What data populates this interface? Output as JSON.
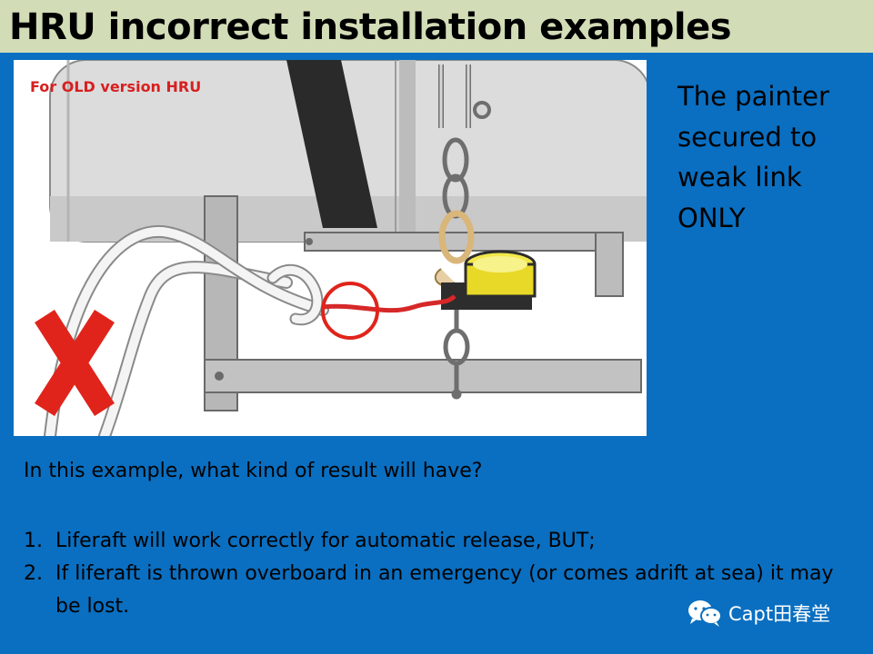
{
  "slide": {
    "title": "HRU incorrect installation examples",
    "figure_label": "For OLD version HRU",
    "side_note": [
      "The painter",
      "secured to",
      "weak link",
      "ONLY"
    ],
    "question": "In this example, what kind of result will have?",
    "answers": [
      {
        "num": "1.",
        "text": "Liferaft will work correctly for automatic release, BUT;"
      },
      {
        "num": "2.",
        "text": "If liferaft is thrown overboard in an emergency (or comes adrift at sea) it may be lost."
      }
    ],
    "watermark": "Capt田春堂"
  },
  "icons": {
    "cross_mark": "x-icon",
    "highlight_circle": "circle-highlight-icon",
    "watermark_logo": "wechat-icon"
  },
  "colors": {
    "background": "#0a6fc1",
    "title_bar": "#d2dcb6",
    "label_red": "#d81f1f",
    "cross_red": "#e0241b"
  }
}
